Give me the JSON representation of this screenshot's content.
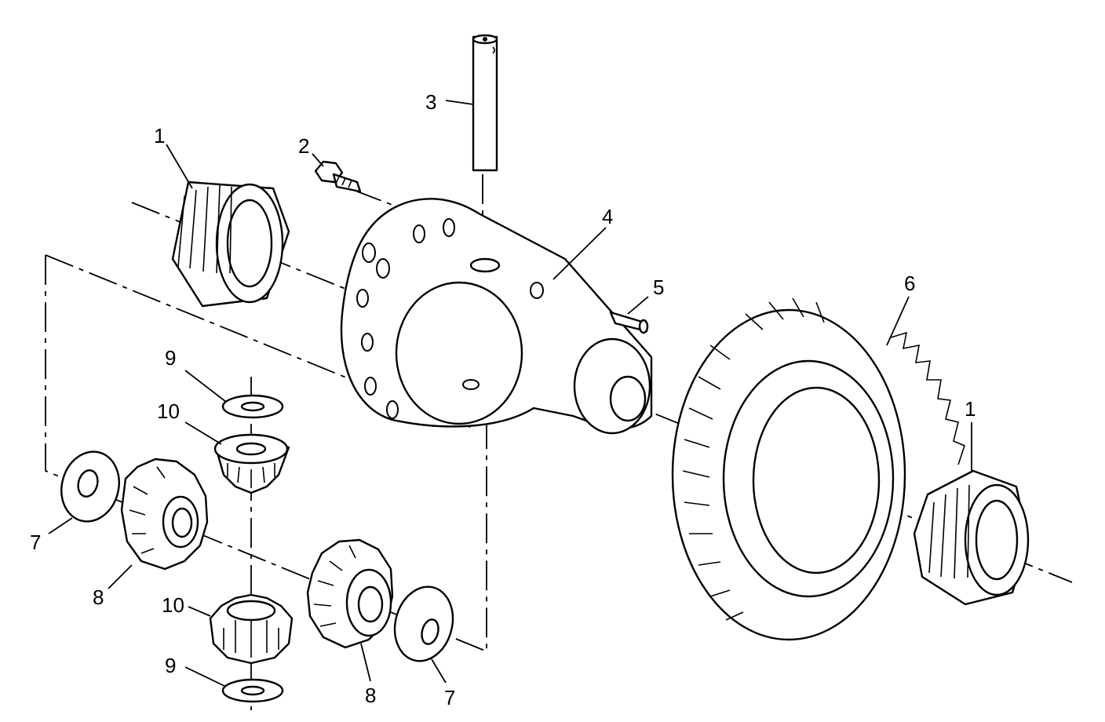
{
  "diagram": {
    "callouts": [
      "1",
      "2",
      "3",
      "4",
      "5",
      "6",
      "1",
      "9",
      "10",
      "7",
      "8",
      "10",
      "9",
      "8",
      "7"
    ],
    "icons": [
      "tapered-roller-bearing",
      "bolt",
      "pinion-shaft",
      "differential-case",
      "lock-pin",
      "ring-gear",
      "thrust-washer",
      "side-gear",
      "pinion-gear"
    ]
  }
}
